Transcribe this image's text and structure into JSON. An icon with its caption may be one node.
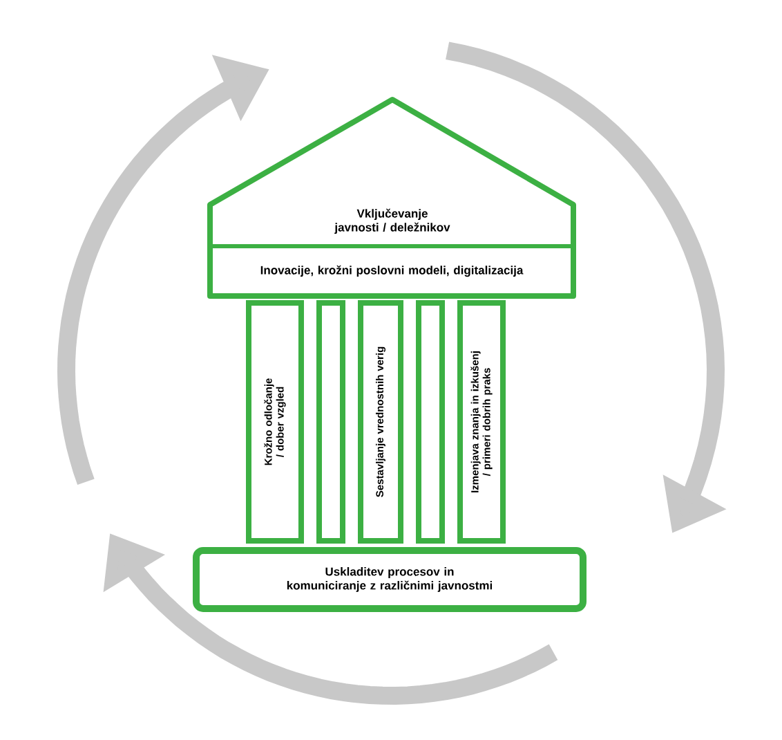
{
  "diagram": {
    "nodes": [
      {
        "text": [
          "Vključevanje javnosti / deležnikov"
        ]
      },
      {
        "text": [
          "Inovacije, krožni poslovni modeli, digitalizacija"
        ],
        "in": 0
      },
      {
        "text": [
          "Krožno odločanje / dober vzgled"
        ]
      },
      {
        "text": [],
        "shape": "box"
      },
      {
        "text": [
          "Sestavljanje vrednostnih verig"
        ]
      },
      {
        "text": [],
        "shape": "box"
      },
      {
        "text": [
          "Izmenjava znanja in izkušenj / primeri dobrih praks"
        ]
      },
      {
        "text": [
          "Uskladitev procesov in komuniciranje z različnimi javnostmi"
        ]
      }
    ]
  }
}
